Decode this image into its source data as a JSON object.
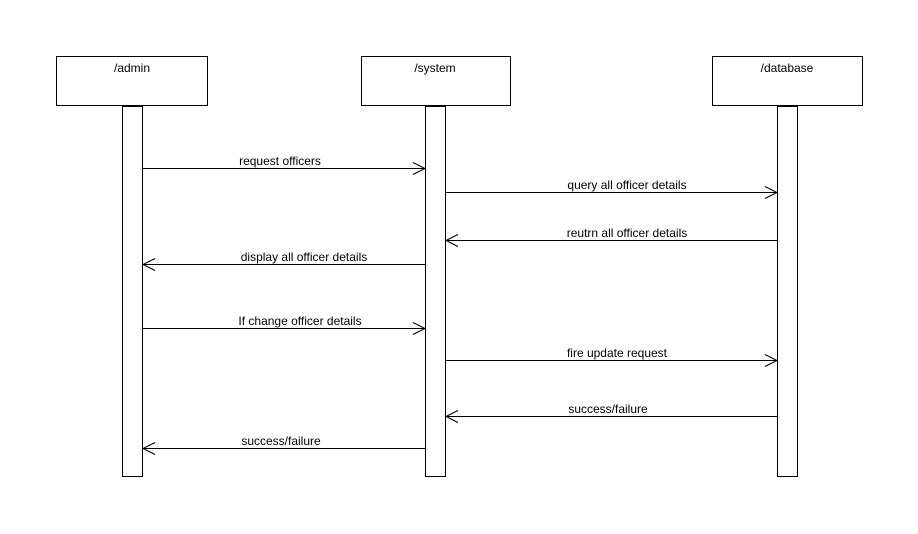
{
  "participants": [
    {
      "id": "admin",
      "label": "/admin"
    },
    {
      "id": "system",
      "label": "/system"
    },
    {
      "id": "database",
      "label": "/database"
    }
  ],
  "messages": [
    {
      "from": "admin",
      "to": "system",
      "label": "request officers"
    },
    {
      "from": "system",
      "to": "database",
      "label": "query all officer details"
    },
    {
      "from": "database",
      "to": "system",
      "label": "reutrn all officer details"
    },
    {
      "from": "system",
      "to": "admin",
      "label": "display all officer details"
    },
    {
      "from": "admin",
      "to": "system",
      "label": "If change officer details"
    },
    {
      "from": "system",
      "to": "database",
      "label": "fire update request"
    },
    {
      "from": "database",
      "to": "system",
      "label": "success/failure"
    },
    {
      "from": "system",
      "to": "admin",
      "label": "success/failure"
    }
  ]
}
